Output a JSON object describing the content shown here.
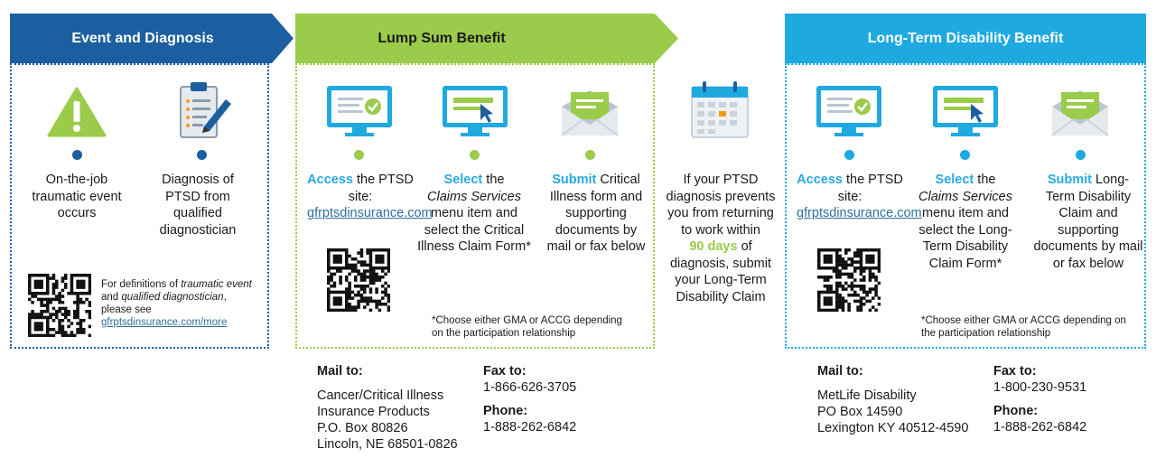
{
  "colors": {
    "navy": "#1b5fa0",
    "green": "#9bcb4a",
    "cyan": "#1fa9e1",
    "accent_text_green": "#29a9e0",
    "link": "#2f6f9c"
  },
  "col1": {
    "header": "Event and Diagnosis",
    "item1": "On-the-job traumatic event occurs",
    "item2": "Diagnosis of PTSD from qualified diagnostician",
    "note_pre": "For definitions of ",
    "note_em1": "traumatic event",
    "note_mid": " and ",
    "note_em2": "qualified diagnostician",
    "note_post": ", please see",
    "note_link": "gfrptsdinsurance.com/more"
  },
  "col2": {
    "header": "Lump Sum Benefit",
    "access_word": "Access",
    "access_rest": " the PTSD site:",
    "site_link": "gfrptsdinsurance.com",
    "select_word": "Select",
    "select_rest": " the",
    "select_em": "Claims Services",
    "select_tail": "menu item and select the Critical Illness Claim Form*",
    "submit_word": "Submit",
    "submit_rest": " Critical Illness form and supporting documents by mail or fax below",
    "footnote": "*Choose either GMA or ACCG depending on the participation relationship"
  },
  "middle": {
    "text_pre": "If your PTSD diagnosis prevents you from returning to work within",
    "days": "90 days",
    "text_post": "of diagnosis, submit your Long-Term Disability Claim"
  },
  "col3": {
    "header": "Long-Term Disability Benefit",
    "access_word": "Access",
    "access_rest": " the PTSD site:",
    "site_link": "gfrptsdinsurance.com",
    "select_word": "Select",
    "select_rest": " the",
    "select_em": "Claims Services",
    "select_tail": "menu item and select the Long-Term Disability Claim Form*",
    "submit_word": "Submit",
    "submit_rest": " Long-Term Disability Claim and supporting documents by mail or fax below",
    "footnote": "*Choose either GMA or ACCG depending on the participation relationship"
  },
  "mail_ci": {
    "mail_label": "Mail to:",
    "line1": "Cancer/Critical Illness",
    "line2": "Insurance Products",
    "line3": "P.O. Box 80826",
    "line4": "Lincoln, NE 68501-0826",
    "fax_label": "Fax to:",
    "fax": "1-866-626-3705",
    "phone_label": "Phone:",
    "phone": "1-888-262-6842"
  },
  "mail_ltd": {
    "mail_label": "Mail to:",
    "line1": "MetLife Disability",
    "line2": "PO Box 14590",
    "line3": "Lexington KY 40512-4590",
    "fax_label": "Fax to:",
    "fax": "1-800-230-9531",
    "phone_label": "Phone:",
    "phone": "1-888-262-6842"
  }
}
